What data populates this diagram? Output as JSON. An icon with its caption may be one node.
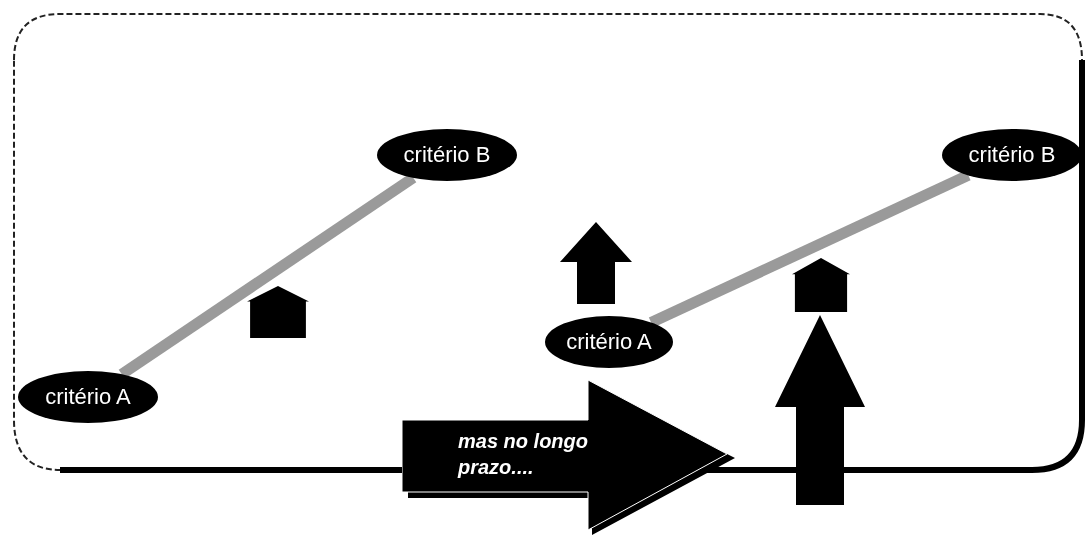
{
  "diagram": {
    "nodes": [
      {
        "text": [
          "critério B"
        ]
      },
      {
        "text": [
          "critério B"
        ]
      },
      {
        "text": [
          "critério A"
        ]
      },
      {
        "text": [
          "critério A"
        ]
      },
      {
        "text": [
          "mas no longo prazo...."
        ]
      }
    ],
    "edges": [
      {
        "from": 3,
        "to": 0,
        "arrow": "none"
      },
      {
        "from": 2,
        "to": 1,
        "arrow": "none"
      }
    ]
  }
}
